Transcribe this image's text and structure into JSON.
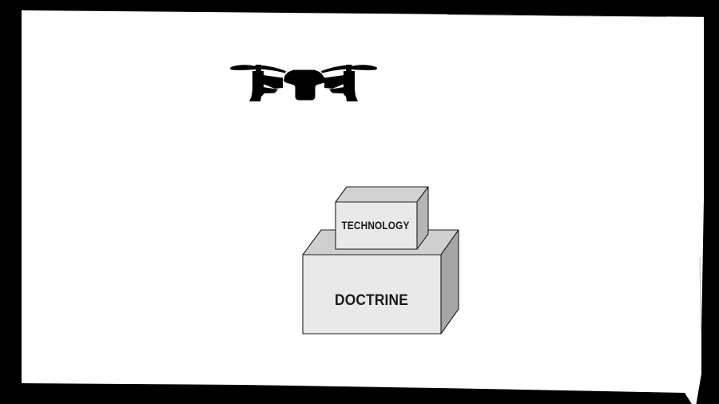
{
  "scene": {
    "drone_icon": "quadcopter-drone-silhouette",
    "blocks": {
      "top": {
        "label": "TECHNOLOGY"
      },
      "base": {
        "label": "DOCTRINE"
      }
    }
  },
  "colors": {
    "frame": "#000000",
    "canvas": "#ffffff",
    "drone": "#000000",
    "block_front": "#e9e9e9",
    "block_top_small": "#d2d2d2",
    "block_top_large": "#cfcfcf",
    "block_side_small": "#b6b6b6",
    "block_side_large": "#a6a6a6",
    "label_text": "#1a1a1a"
  }
}
